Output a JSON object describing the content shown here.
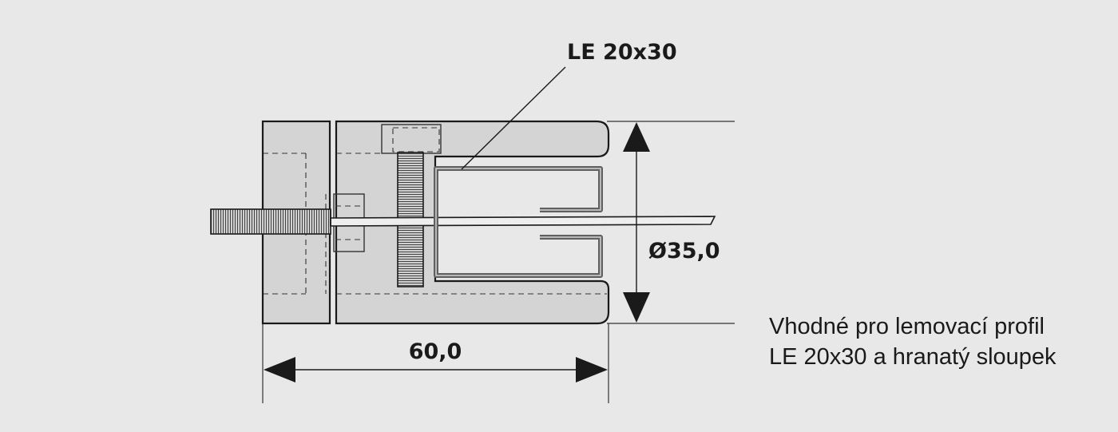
{
  "labels": {
    "profile": "LE 20x30",
    "width": "60,0",
    "diameter": "Ø35,0"
  },
  "description": {
    "line1": "Vhodné pro lemovací profil",
    "line2": "LE 20x30 a hranatý sloupek"
  },
  "colors": {
    "background": "#e8e8e8",
    "body_fill": "#d4d4d4",
    "outline": "#1a1a1a",
    "profile_stroke": "#606060",
    "text": "#1a1a1a"
  }
}
